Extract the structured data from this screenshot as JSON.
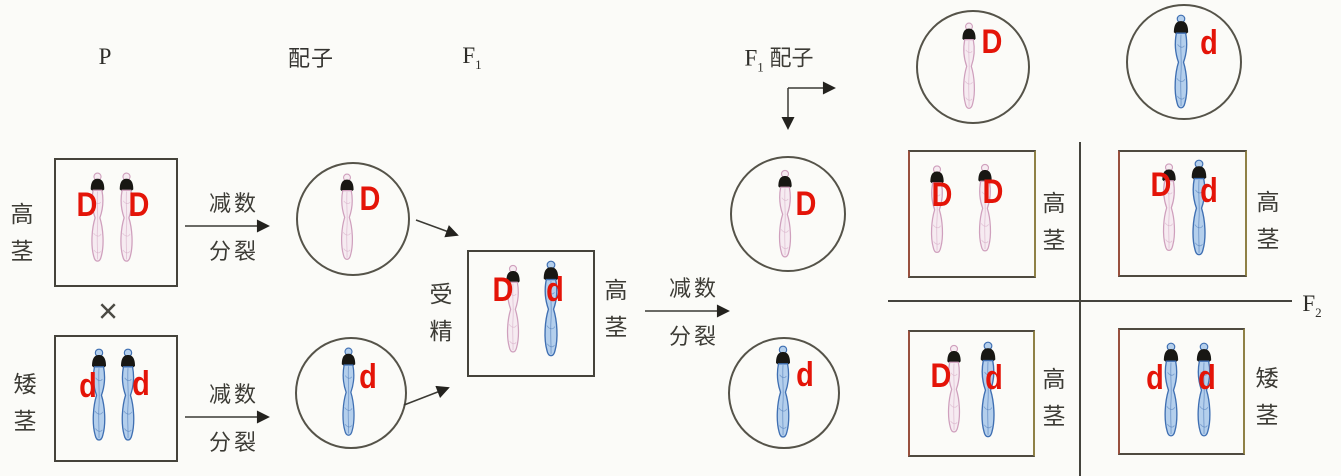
{
  "headers": {
    "p": "P",
    "gametes": "配子",
    "f_base": "F",
    "f1_sub": "1",
    "f2_sub": "2",
    "f1_gametes_suffix": "配子"
  },
  "process": {
    "meiosis_line1": "减数",
    "meiosis_line2": "分裂",
    "fertilization": "受精",
    "cross": "×"
  },
  "p_generation": {
    "tall": {
      "phenotype": "高茎",
      "alleles": [
        "D",
        "D"
      ]
    },
    "dwarf": {
      "phenotype": "矮茎",
      "alleles": [
        "d",
        "d"
      ]
    }
  },
  "p_gametes": {
    "tall_allele": "D",
    "dwarf_allele": "d"
  },
  "f1": {
    "phenotype": "高茎",
    "alleles": [
      "D",
      "d"
    ]
  },
  "f1_gametes": {
    "left_column": [
      "D",
      "d"
    ],
    "top_row": [
      "D",
      "d"
    ]
  },
  "f2": {
    "cells": [
      {
        "alleles": [
          "D",
          "D"
        ],
        "phenotype": "高茎"
      },
      {
        "alleles": [
          "D",
          "d"
        ],
        "phenotype": "高茎"
      },
      {
        "alleles": [
          "D",
          "d"
        ],
        "phenotype": "高茎"
      },
      {
        "alleles": [
          "d",
          "d"
        ],
        "phenotype": "矮茎"
      }
    ]
  },
  "colors": {
    "allele_red": "#e41408",
    "chromosome_pink": "#cfa0bd",
    "chromosome_blue": "#3f6fb2",
    "line_dark": "#45443e"
  }
}
